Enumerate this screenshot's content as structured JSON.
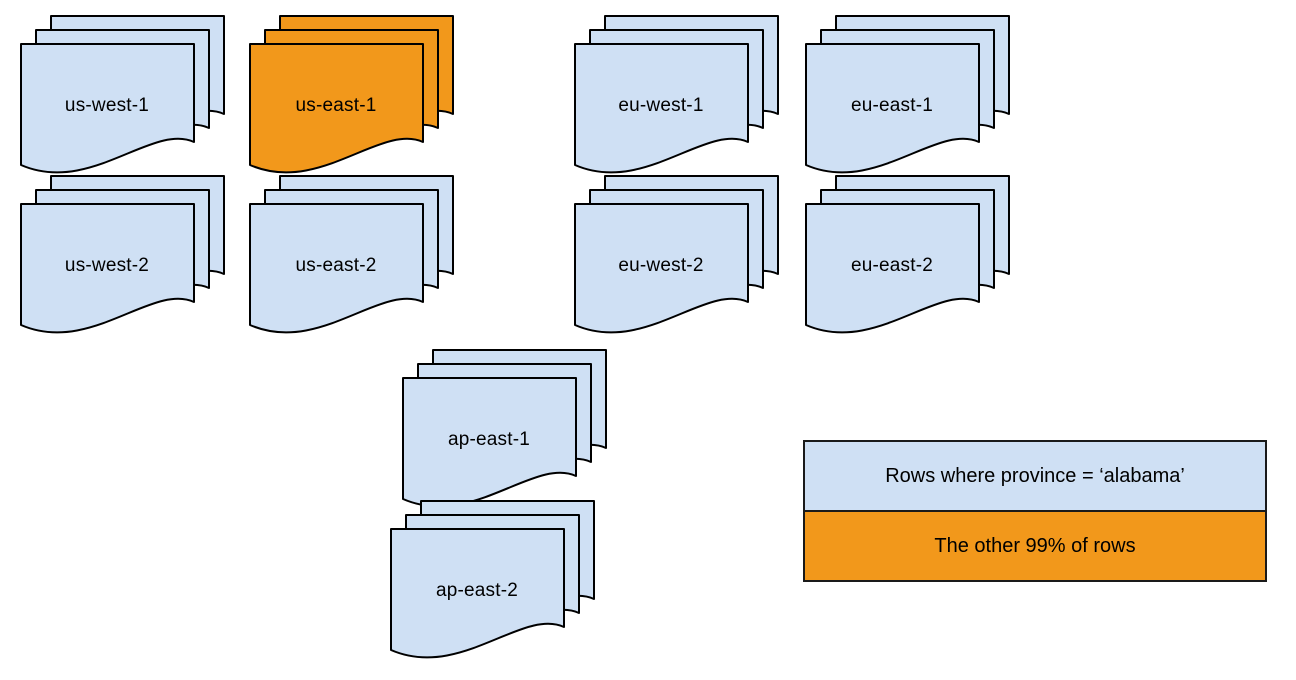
{
  "diagram": {
    "title": "",
    "colors": {
      "region_fill": "#cfe0f4",
      "highlight_fill": "#f2981b",
      "stroke": "#000000",
      "background": "#ffffff"
    },
    "stacks": [
      {
        "label": "us-west-1",
        "highlighted": false
      },
      {
        "label": "us-east-1",
        "highlighted": true
      },
      {
        "label": "eu-west-1",
        "highlighted": false
      },
      {
        "label": "eu-east-1",
        "highlighted": false
      },
      {
        "label": "us-west-2",
        "highlighted": false
      },
      {
        "label": "us-east-2",
        "highlighted": false
      },
      {
        "label": "eu-west-2",
        "highlighted": false
      },
      {
        "label": "eu-east-2",
        "highlighted": false
      },
      {
        "label": "ap-east-1",
        "highlighted": false
      },
      {
        "label": "ap-east-2",
        "highlighted": false
      }
    ],
    "legend": {
      "items": [
        {
          "label": "Rows where province = ‘alabama’",
          "swatch": "region"
        },
        {
          "label": "The other 99% of rows",
          "swatch": "highlight"
        }
      ]
    }
  }
}
